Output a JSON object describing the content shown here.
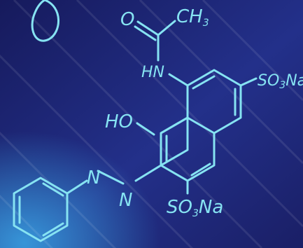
{
  "colors": {
    "bg_dark": "#161a5c",
    "bg_mid": "#2a3a9a",
    "glow": "#3aa7e6",
    "chalk": "#86e3f2"
  },
  "labels": {
    "oxygen": "O",
    "methyl_c": "CH",
    "methyl_sub": "3",
    "amine": "HN",
    "hydroxyl": "HO",
    "sulfonate_right_a": "SO",
    "sulfonate_right_sub": "3",
    "sulfonate_right_b": "Na",
    "azo_n1": "N",
    "azo_n2": "N",
    "sulfonate_bottom_a": "SO",
    "sulfonate_bottom_sub": "3",
    "sulfonate_bottom_b": "Na"
  }
}
